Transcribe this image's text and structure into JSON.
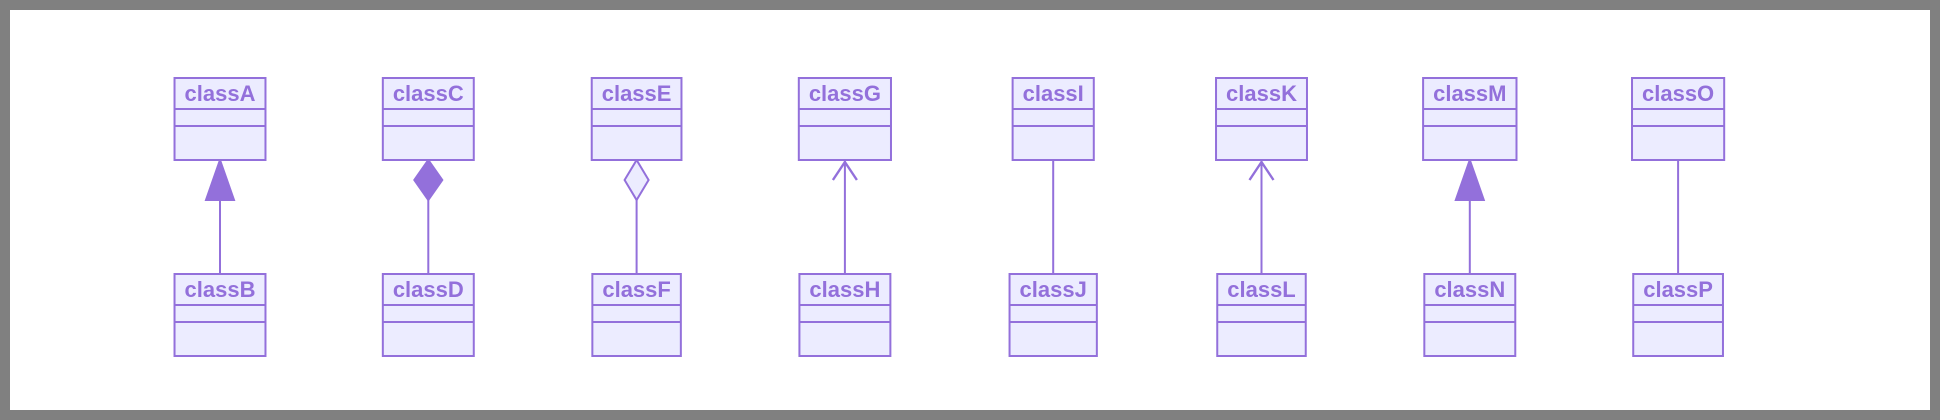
{
  "diagram": {
    "colors": {
      "node_fill": "#ECECFF",
      "stroke": "#9370DB",
      "text": "#9370DB",
      "background": "#FFFFFF",
      "frame": "#808080"
    },
    "relations": [
      {
        "top": "classA",
        "bottom": "classB",
        "marker": "inheritance"
      },
      {
        "top": "classC",
        "bottom": "classD",
        "marker": "composition"
      },
      {
        "top": "classE",
        "bottom": "classF",
        "marker": "aggregation"
      },
      {
        "top": "classG",
        "bottom": "classH",
        "marker": "association"
      },
      {
        "top": "classI",
        "bottom": "classJ",
        "marker": "link"
      },
      {
        "top": "classK",
        "bottom": "classL",
        "marker": "association"
      },
      {
        "top": "classM",
        "bottom": "classN",
        "marker": "inheritance"
      },
      {
        "top": "classO",
        "bottom": "classP",
        "marker": "link"
      }
    ]
  }
}
